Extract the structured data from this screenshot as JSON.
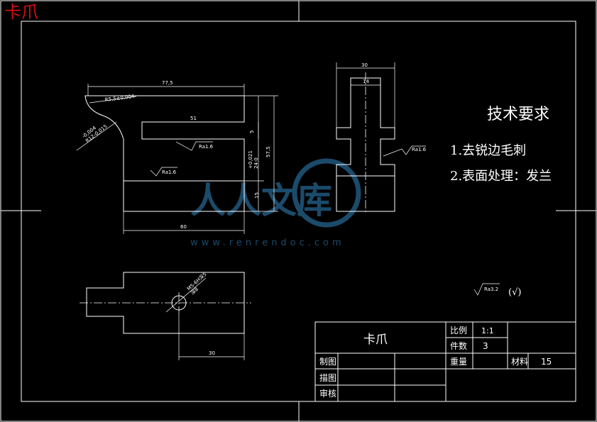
{
  "corner_title": "卡爪",
  "dimensions": {
    "d_77_5": "77,5",
    "d_r5_5": "R5,5±0,004",
    "d_r12": "-0,004\nR12-0,015",
    "d_51": "51",
    "d_5": "5",
    "d_24": "+0,021\n24-0",
    "d_57_5": "57,5",
    "d_15": "15",
    "d_60": "60",
    "d_30_top": "30",
    "d_14": "14",
    "d_30_bottom": "30",
    "d_m5": "M5-6H深5\n深8",
    "ra_1": "Ra1.6",
    "ra_2": "Ra1.6",
    "ra_3": "Ra1.6",
    "ra_general": "Ra3.2",
    "ra_general_suffix": "(√)"
  },
  "requirements": {
    "title": "技术要求",
    "item1": "1.去锐边毛刺",
    "item2": "2.表面处理：发兰"
  },
  "watermark": {
    "text": "人人文库",
    "url": "www.renrendoc.com"
  },
  "title_block": {
    "part_name": "卡爪",
    "scale_label": "比例",
    "scale_value": "1:1",
    "qty_label": "件数",
    "qty_value": "3",
    "weight_label": "重量",
    "material_label": "材料",
    "material_value": "15",
    "drawn_label": "制图",
    "traced_label": "描图",
    "checked_label": "审核"
  }
}
